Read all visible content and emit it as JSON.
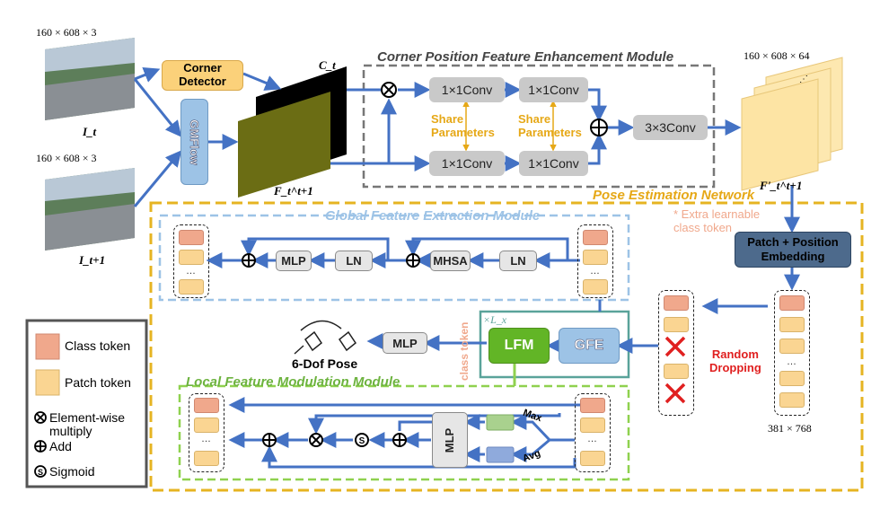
{
  "inputs": {
    "dim_top": "160 × 608 × 3",
    "label_top": "I_t",
    "dim_bottom": "160 × 608 × 3",
    "label_bottom": "I_t+1"
  },
  "corner_detector": "Corner\nDetector",
  "gmflow": "GMFlow",
  "ct_label": "C_t",
  "ft_label": "F_t^t+1",
  "cpfe": {
    "title": "Corner Position Feature Enhancement Module",
    "conv1": "1×1Conv",
    "share": "Share\nParameters",
    "conv3": "3×3Conv"
  },
  "output": {
    "dim": "160 × 608 × 64",
    "label": "F'_t^t+1"
  },
  "pose_net_title": "Pose Estimation Network",
  "gfe_module": {
    "title": "Global Feature Extraction Module",
    "mlp": "MLP",
    "ln": "LN",
    "mhsa": "MHSA"
  },
  "extra_token_note": "* Extra learnable\nclass token",
  "patch_embed": "Patch + Position\nEmbedding",
  "random_dropping": "Random\nDropping",
  "embed_dim": "381 × 768",
  "gfe": "GFE",
  "lfm": "LFM",
  "lx": "×L_x",
  "class_token_vertical": "class token",
  "pose_mlp": "MLP",
  "pose_out": "6-Dof Pose",
  "lfm_module": {
    "title": "Local Feature Modulation Module",
    "mlp": "MLP",
    "max": "Max",
    "avg": "Avg"
  },
  "legend": {
    "class_token": "Class token",
    "patch_token": "Patch token",
    "mul": "Element-wise\nmultiply",
    "add": "Add",
    "sigmoid": "Sigmoid"
  },
  "colors": {
    "arrow": "#4472c4",
    "orange_dash": "#e6b422",
    "blue_dash": "#9dc3e6",
    "green_dash": "#8fd14f",
    "class_token": "#f0a88c",
    "patch_token": "#fad592",
    "drop": "#e02020"
  }
}
